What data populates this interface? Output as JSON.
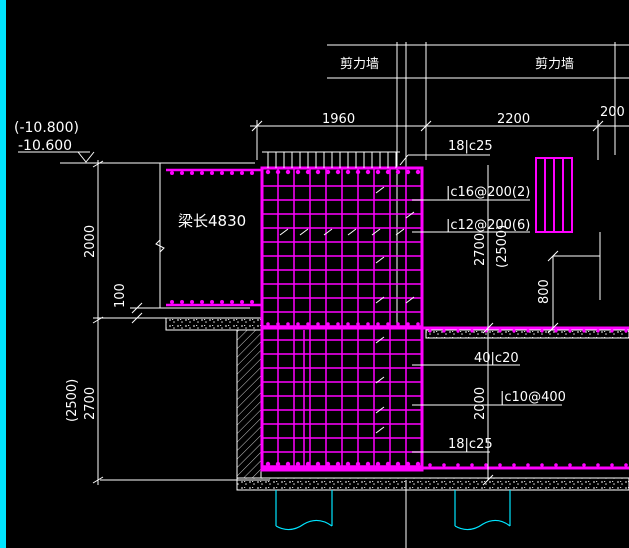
{
  "drawing": {
    "wall_labels": [
      "剪力墙",
      "剪力墙"
    ],
    "top_dims": [
      "1960",
      "2200",
      "200"
    ],
    "elevations": [
      "(-10.800)",
      "-10.600"
    ],
    "beam_length": "梁长4830",
    "left_dims": {
      "upper": "2000",
      "gap": "100",
      "lower_paren": "(2500)",
      "lower": "2700"
    },
    "right_dims": {
      "upper": "2700",
      "upper_paren": "(2500)",
      "step": "800",
      "lower": "2000"
    },
    "rebar_notes": [
      "18|c25",
      "|c16@200(2)",
      "|c12@200(6)",
      "40|c20",
      "|c10@400",
      "18|c25"
    ]
  },
  "colors": {
    "background": "#000000",
    "rebar": "#ff00ff",
    "dims": "#ffffff",
    "pile": "#00ffff",
    "frame": "#00ffff"
  }
}
